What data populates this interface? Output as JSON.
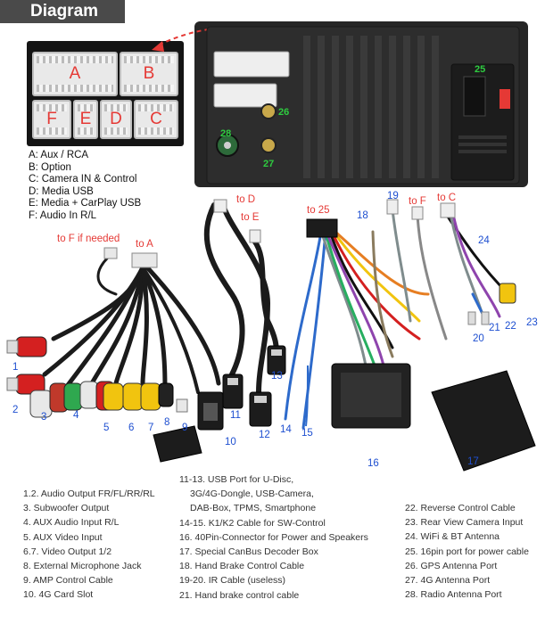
{
  "title": "Diagram",
  "connector_labels": [
    "A",
    "B",
    "F",
    "E",
    "D",
    "C"
  ],
  "head_unit_labels": {
    "p25": "25",
    "p26": "26",
    "p27": "27",
    "p28": "28"
  },
  "legend": [
    "A: Aux / RCA",
    "B: Option",
    "C: Camera IN & Control",
    "D: Media USB",
    "E: Media + CarPlay USB",
    "F: Audio In R/L"
  ],
  "callouts": {
    "to_f_if_needed": "to F if needed",
    "to_a": "to A",
    "to_d": "to D",
    "to_e": "to E",
    "to_25": "to 25",
    "to_f": "to F",
    "to_c": "to C"
  },
  "numbers": {
    "n1": "1",
    "n2": "2",
    "n3": "3",
    "n4": "4",
    "n5": "5",
    "n6": "6",
    "n7": "7",
    "n8": "8",
    "n9": "9",
    "n10": "10",
    "n11": "11",
    "n12": "12",
    "n13": "13",
    "n14": "14",
    "n15": "15",
    "n16": "16",
    "n17": "17",
    "n18": "18",
    "n19": "19",
    "n20": "20",
    "n21": "21",
    "n22": "22",
    "n23": "23",
    "n24": "24"
  },
  "descriptions": {
    "col1": [
      "1.2. Audio Output FR/FL/RR/RL",
      "3. Subwoofer Output",
      "4. AUX Audio Input R/L",
      "5. AUX Video Input",
      "6.7. Video Output 1/2",
      "8. External Microphone Jack",
      "9. AMP Control Cable",
      "10. 4G Card Slot"
    ],
    "col2": [
      "11-13. USB Port for U-Disc,",
      "3G/4G-Dongle, USB-Camera,",
      "DAB-Box, TPMS, Smartphone",
      "14-15. K1/K2 Cable for SW-Control",
      "16. 40Pin-Connector for Power and Speakers",
      "17. Special CanBus Decoder Box",
      "18. Hand Brake Control Cable",
      "19-20. IR Cable (useless)",
      "21. Hand brake control cable"
    ],
    "col3": [
      "22. Reverse Control Cable",
      "23. Rear View Camera Input",
      "24. WiFi & BT Antenna",
      "25. 16pin port for power cable",
      "26. GPS Antenna Port",
      "27. 4G Antenna Port",
      "28. Radio Antenna Port"
    ]
  },
  "colors": {
    "label_blue": "#1e4fd0",
    "label_red": "#e53935",
    "label_green": "#2ecc40"
  }
}
